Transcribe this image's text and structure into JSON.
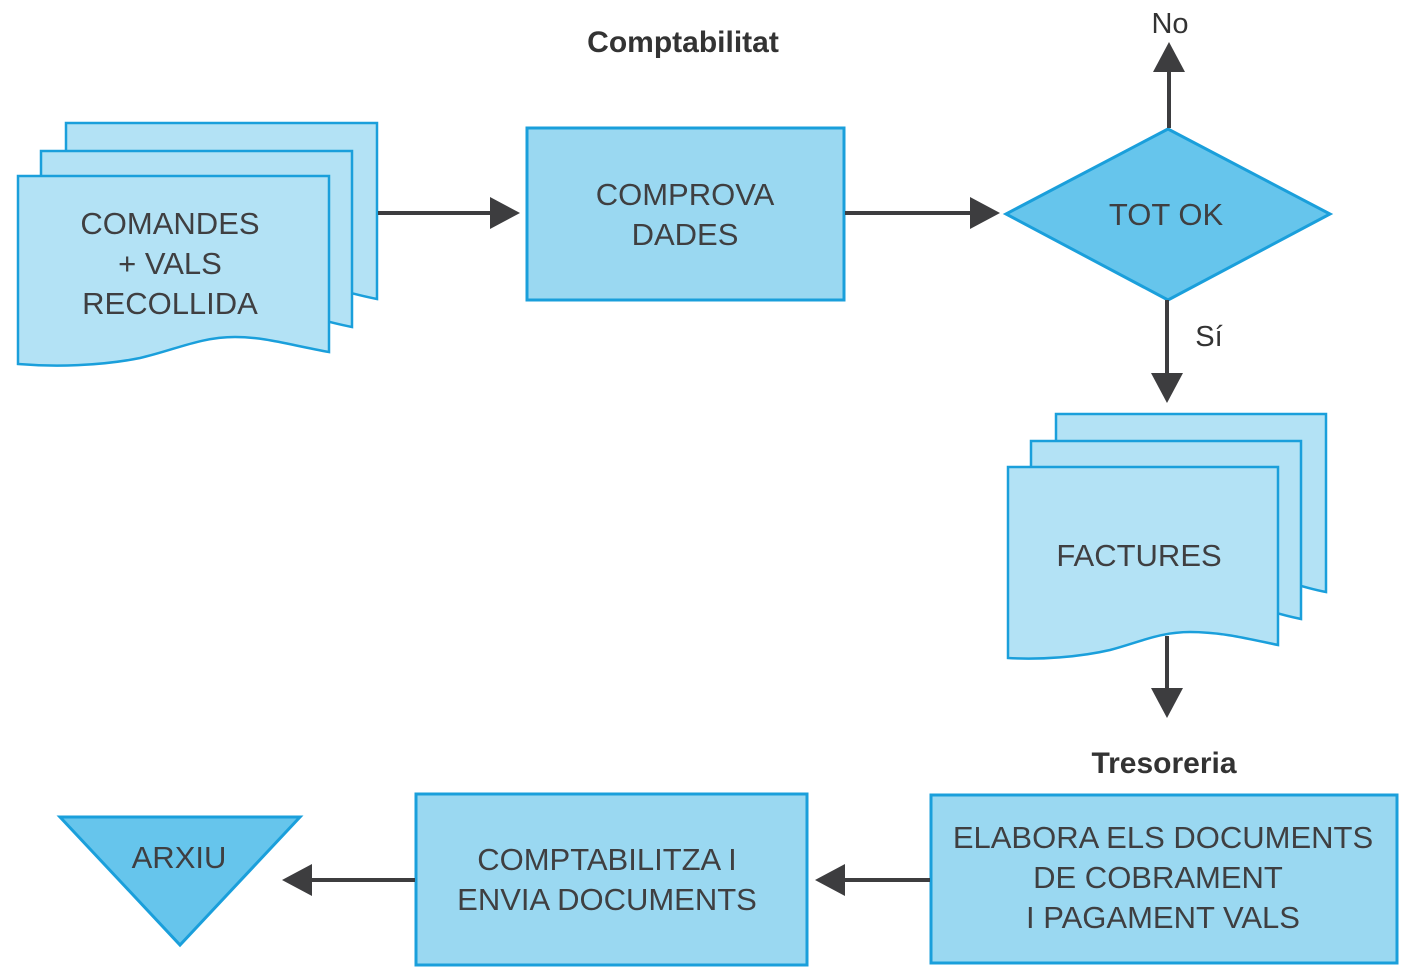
{
  "titles": {
    "comptabilitat": "Comptabilitat",
    "tresoreria": "Tresoreria"
  },
  "nodes": {
    "comandes": {
      "lines": [
        "COMANDES",
        "+ VALS",
        "RECOLLIDA"
      ],
      "shape": "multi-document"
    },
    "comprova": {
      "lines": [
        "COMPROVA",
        "DADES"
      ],
      "shape": "process"
    },
    "totok": {
      "lines": [
        "TOT OK"
      ],
      "shape": "decision"
    },
    "factures": {
      "lines": [
        "FACTURES"
      ],
      "shape": "multi-document"
    },
    "elabora": {
      "lines": [
        "ELABORA ELS DOCUMENTS",
        "DE COBRAMENT",
        "I PAGAMENT VALS"
      ],
      "shape": "process"
    },
    "comptabilitza": {
      "lines": [
        "COMPTABILITZA I",
        "ENVIA DOCUMENTS"
      ],
      "shape": "process"
    },
    "arxiu": {
      "lines": [
        "ARXIU"
      ],
      "shape": "storage"
    }
  },
  "edges": {
    "no_label": "No",
    "si_label": "Sí"
  },
  "colors": {
    "document_fill": "#b3e2f5",
    "process_fill": "#9ad8f1",
    "decision_fill": "#66c5ec",
    "stroke": "#1a9fdb",
    "arrow": "#3d3d3f"
  }
}
